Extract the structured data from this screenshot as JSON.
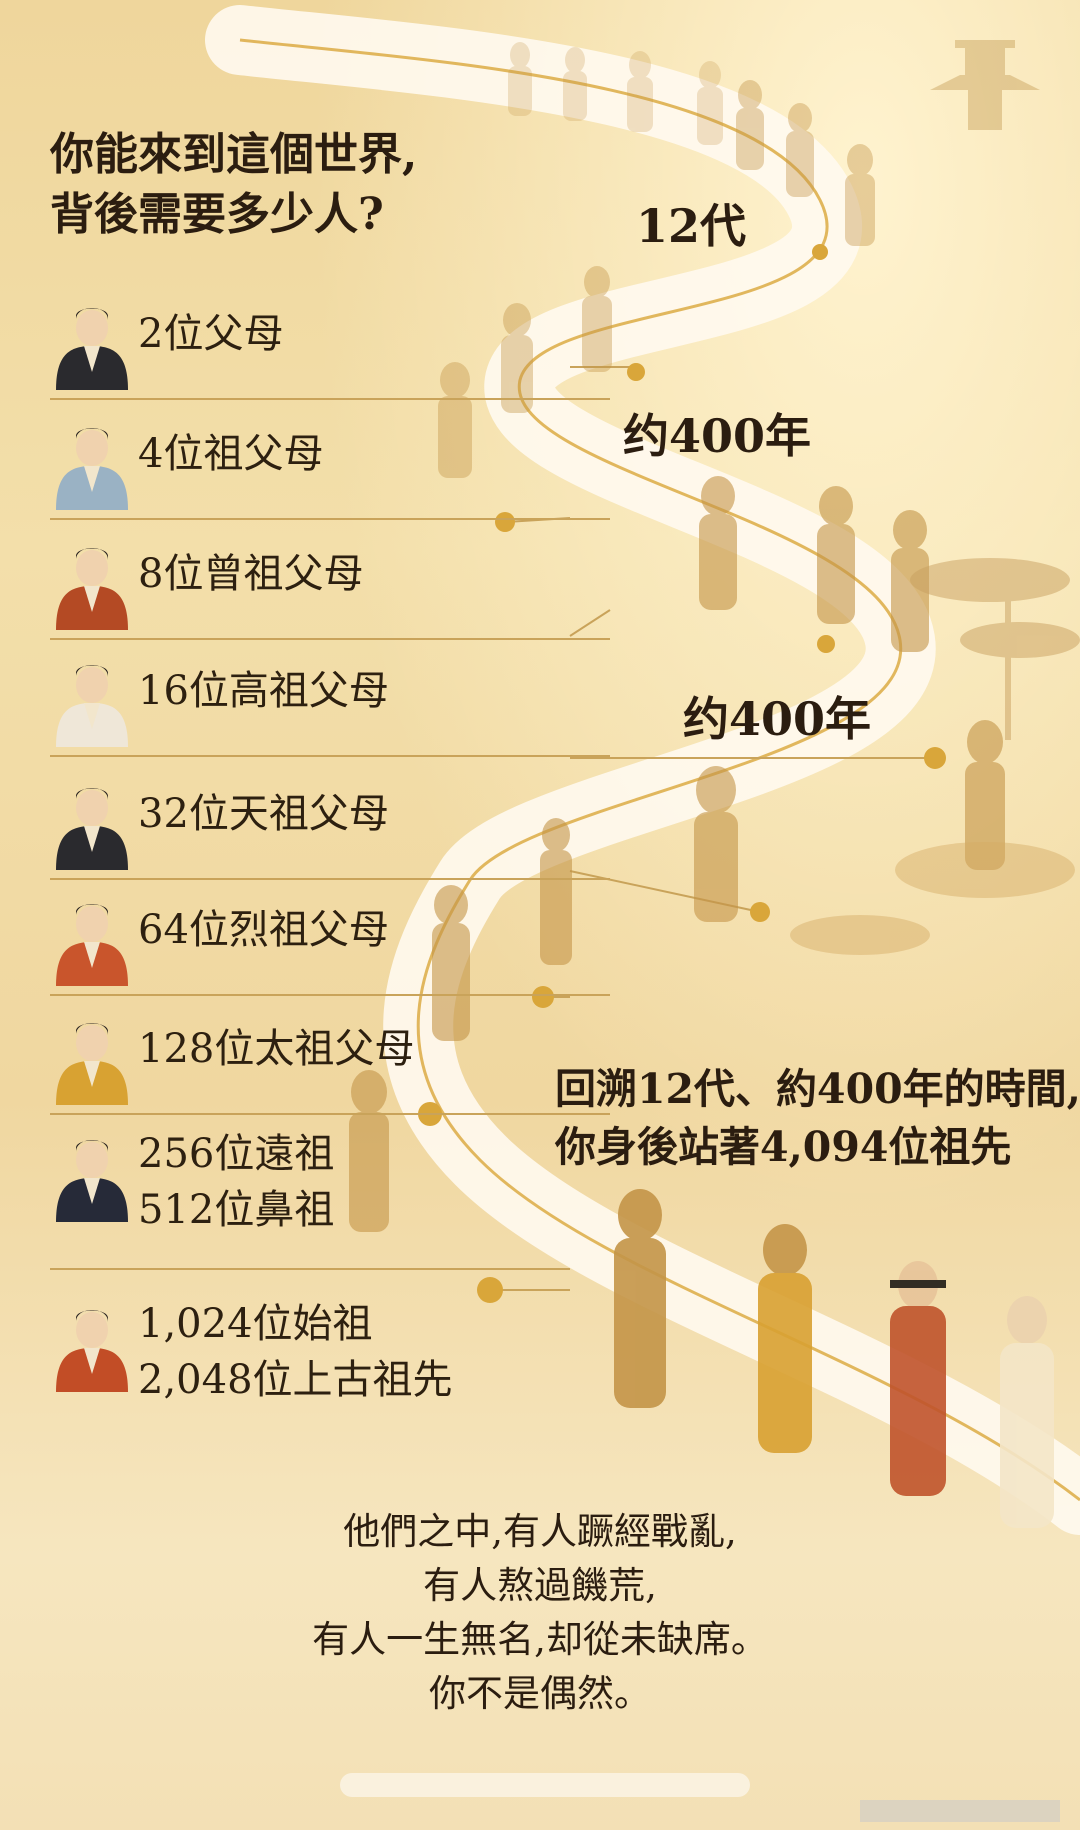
{
  "title": {
    "line1": "你能來到這個世界,",
    "line2": "背後需要多少人?"
  },
  "markers": {
    "gen12": "12代",
    "years_a": "约400年",
    "years_b": "约400年"
  },
  "generations": [
    {
      "lines": [
        "2位父母"
      ],
      "icon": "scholar-black-hat"
    },
    {
      "lines": [
        "4位祖父母"
      ],
      "icon": "scholar-blue-robe"
    },
    {
      "lines": [
        "8位曾祖父母"
      ],
      "icon": "elder-red-robe"
    },
    {
      "lines": [
        "16位高祖父母"
      ],
      "icon": "woman-white-robe"
    },
    {
      "lines": [
        "32位天祖父母"
      ],
      "icon": "woman-dark-robe"
    },
    {
      "lines": [
        "64位烈祖父母"
      ],
      "icon": "woman-red-robe"
    },
    {
      "lines": [
        "128位太祖父母"
      ],
      "icon": "woman-yellow-robe"
    },
    {
      "lines": [
        "256位遠祖",
        "512位鼻祖"
      ],
      "icon": "official-black-hat"
    },
    {
      "lines": [
        "1,024位始祖",
        "2,048位上古祖先"
      ],
      "icon": "man-red-robe"
    }
  ],
  "summary": {
    "line1": "回溯12代、約400年的時間,",
    "line2": "你身後站著4,094位祖先"
  },
  "poem": {
    "l1": "他們之中,有人蹶經戰亂,",
    "l2": "有人熬過饑荒,",
    "l3": "有人一生無名,却從未缺席。",
    "l4": "你不是偶然。"
  },
  "colors": {
    "gold": "#d9a63a",
    "ink": "#2b1d10",
    "path": "#fffaf0"
  }
}
